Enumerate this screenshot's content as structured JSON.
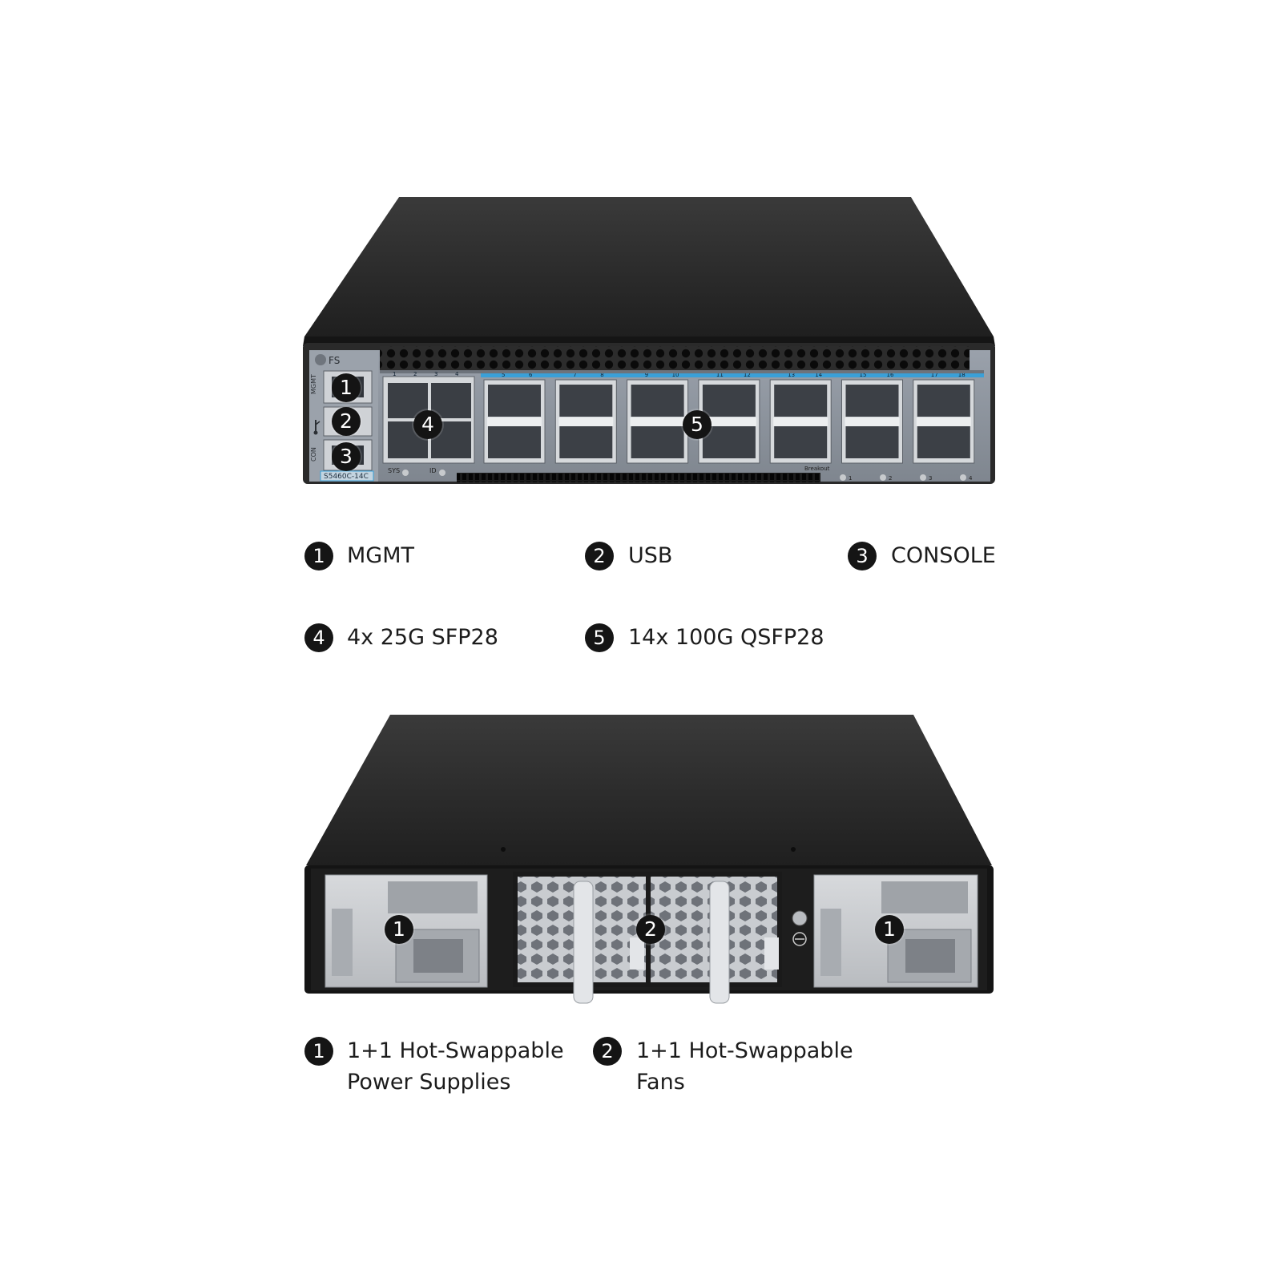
{
  "front_panel": {
    "brand": "FS",
    "model": "S5460C-14C",
    "side_labels": {
      "mgmt": "MGMT",
      "console": "CON"
    },
    "led_labels": {
      "sys": "SYS",
      "id": "ID"
    },
    "breakout": {
      "label": "Breakout",
      "ports": [
        "1",
        "2",
        "3",
        "4"
      ]
    },
    "sfp_port_labels": [
      "1",
      "2",
      "3",
      "4"
    ],
    "qsfp_port_labels": [
      "5",
      "6",
      "7",
      "8",
      "9",
      "10",
      "11",
      "12",
      "13",
      "14",
      "15",
      "16",
      "17",
      "18"
    ],
    "callouts": [
      "1",
      "2",
      "3",
      "4",
      "5"
    ]
  },
  "front_legend": [
    {
      "num": "1",
      "text": "MGMT"
    },
    {
      "num": "2",
      "text": "USB"
    },
    {
      "num": "3",
      "text": "CONSOLE"
    },
    {
      "num": "4",
      "text": "4x 25G SFP28"
    },
    {
      "num": "5",
      "text": "14x 100G QSFP28"
    }
  ],
  "rear_panel": {
    "callouts": [
      "1",
      "2",
      "1"
    ]
  },
  "rear_legend": [
    {
      "num": "1",
      "line1": "1+1 Hot-Swappable",
      "line2": "Power Supplies"
    },
    {
      "num": "2",
      "line1": "1+1 Hot-Swappable",
      "line2": "Fans"
    }
  ],
  "colors": {
    "chassis": "#2b2b2b",
    "port_strip": "#3aa0d8",
    "panel": "#8f96a0",
    "badge": "#151515"
  }
}
